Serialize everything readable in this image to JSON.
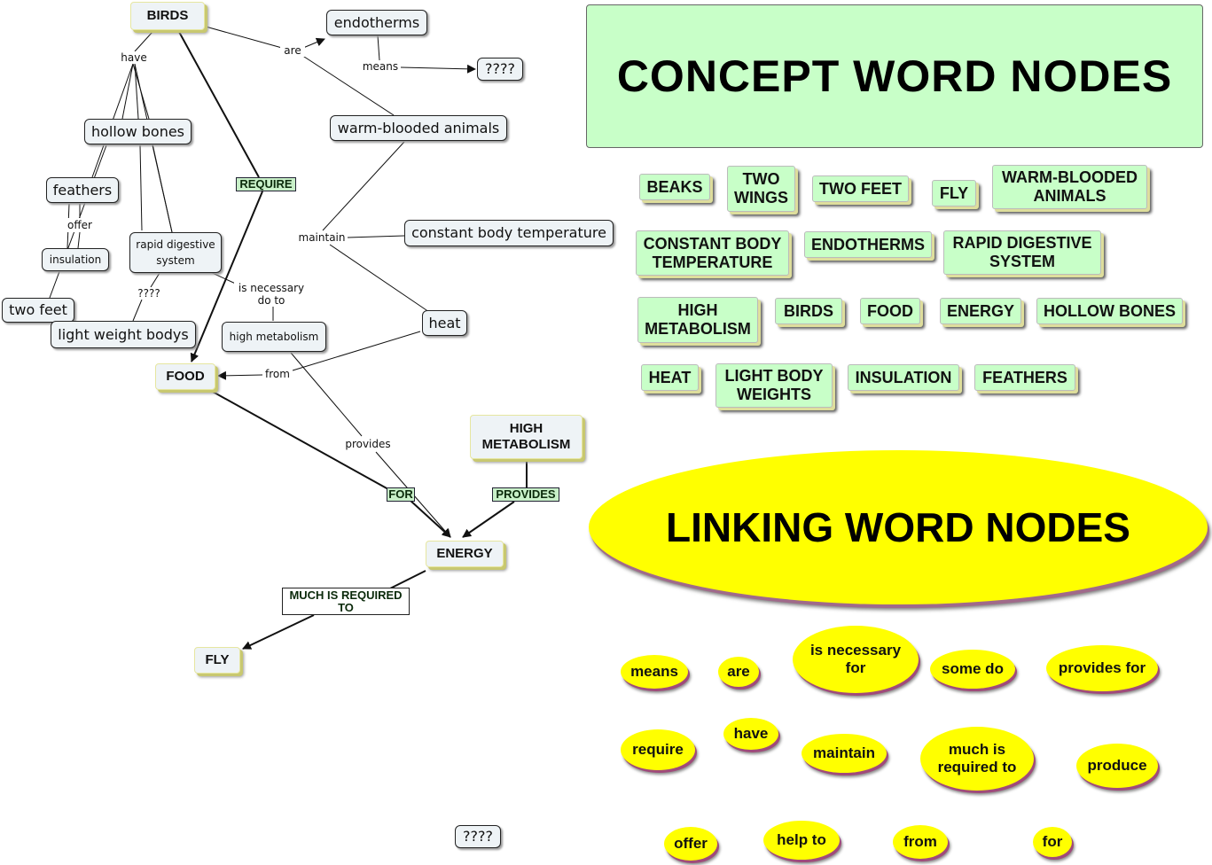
{
  "map": {
    "nodes": {
      "birds": "BIRDS",
      "endotherms": "endotherms",
      "unknown_top": "????",
      "warm_blooded": "warm-blooded animals",
      "hollow_bones": "hollow bones",
      "feathers": "feathers",
      "constant_body_temp": "constant body temperature",
      "rapid_digestive": "rapid digestive\nsystem",
      "insulation": "insulation",
      "two_feet": "two feet",
      "light_weight": "light weight bodys",
      "high_metabolism": "high  metabolism",
      "heat": "heat",
      "food": "FOOD",
      "high_metabolism_key": "HIGH\nMETABOLISM",
      "energy": "ENERGY",
      "fly": "FLY",
      "unknown_bottom": "????"
    },
    "links": {
      "have": "have",
      "are": "are",
      "means": "means",
      "require": "REQUIRE",
      "offer": "offer",
      "maintain": "maintain",
      "unknown": "????",
      "is_necessary": "is necessary\ndo to",
      "from": "from",
      "provides": "provides",
      "for": "FOR",
      "provides_caps": "PROVIDES",
      "much_required": "MUCH IS REQUIRED\nTO"
    }
  },
  "concept_panel": {
    "title": "CONCEPT WORD NODES",
    "items": [
      "BEAKS",
      "TWO\nWINGS",
      "TWO FEET",
      "FLY",
      "WARM-BLOODED\nANIMALS",
      "CONSTANT BODY\nTEMPERATURE",
      "ENDOTHERMS",
      "RAPID DIGESTIVE\nSYSTEM",
      "HIGH\nMETABOLISM",
      "BIRDS",
      "FOOD",
      "ENERGY",
      "HOLLOW BONES",
      "HEAT",
      "LIGHT BODY\nWEIGHTS",
      "INSULATION",
      "FEATHERS"
    ]
  },
  "linking_panel": {
    "title": "LINKING WORD NODES",
    "items": [
      "means",
      "are",
      "is necessary\nfor",
      "some do",
      "provides for",
      "require",
      "have",
      "maintain",
      "much is\nrequired to",
      "produce",
      "offer",
      "help to",
      "from",
      "for"
    ]
  },
  "colors": {
    "concept_green": "#c8ffc8",
    "linking_yellow": "#ffff00",
    "node_fill": "#eef3f6",
    "oval_shadow": "#a04a7a"
  }
}
